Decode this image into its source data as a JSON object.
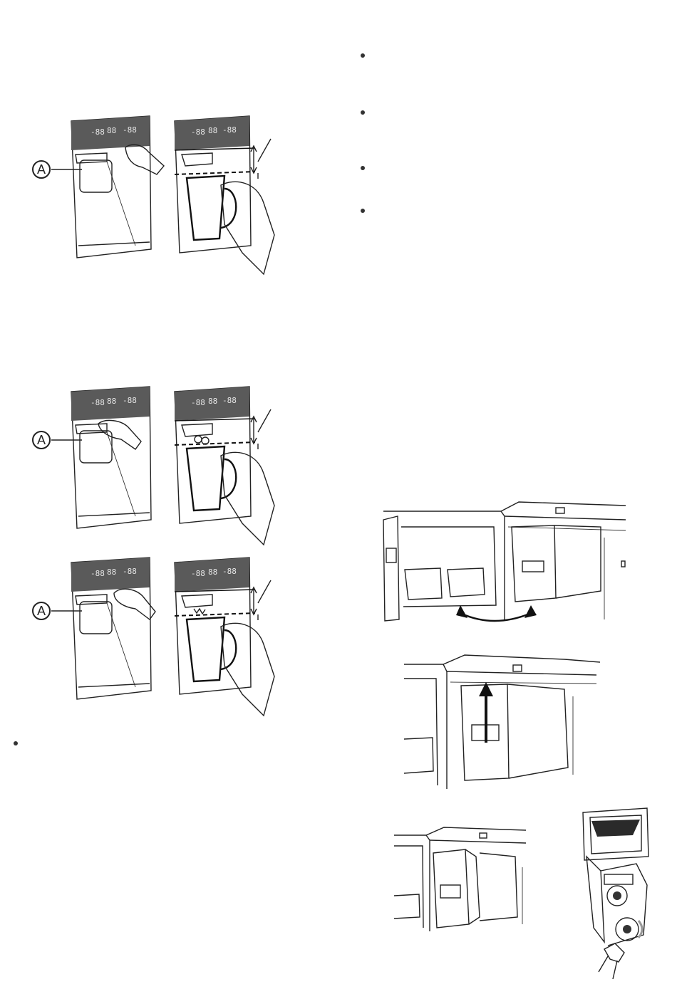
{
  "callout_label": "A",
  "illustrations": {
    "dispenser_water": "dispenser-water-figure",
    "dispenser_cubed_ice": "dispenser-cubed-ice-figure",
    "dispenser_crushed_ice": "dispenser-crushed-ice-figure",
    "icemaker_step1": "freezer-door-open-figure",
    "icemaker_step2": "ice-bucket-lift-figure",
    "icemaker_step3": "ice-bucket-remove-figure",
    "icemaker_detail": "ice-bucket-detail-figure"
  },
  "display_digits": [
    "-88",
    "88",
    "-88"
  ],
  "icons": [
    "hand-icon",
    "cup-icon",
    "arrow-up-icon",
    "double-arrow-icon"
  ]
}
